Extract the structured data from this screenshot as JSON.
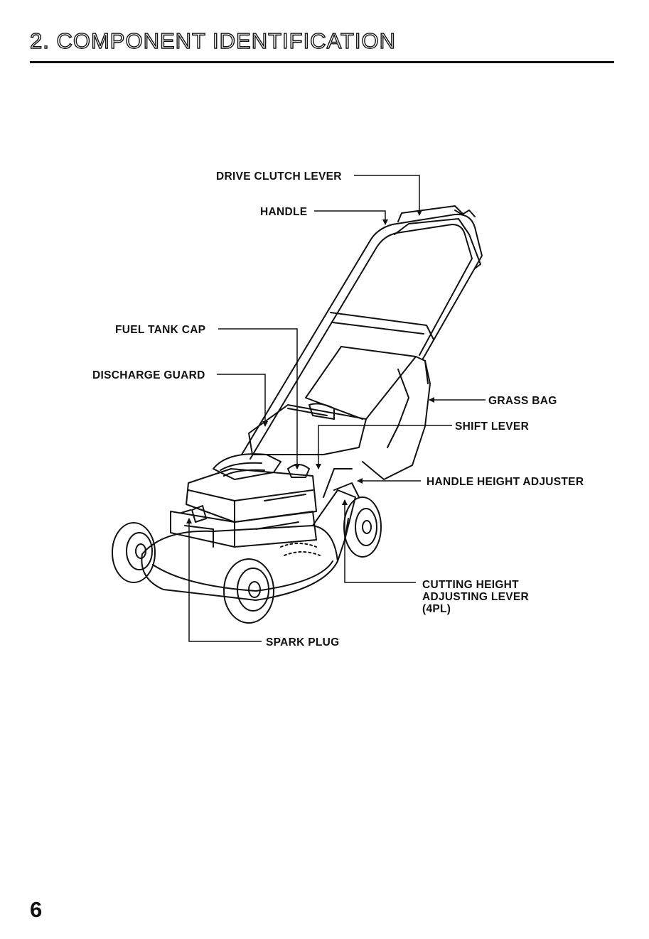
{
  "page": {
    "title": "2. COMPONENT IDENTIFICATION",
    "page_number": "6"
  },
  "labels": {
    "drive_clutch_lever": "DRIVE CLUTCH LEVER",
    "handle": "HANDLE",
    "fuel_tank_cap": "FUEL TANK CAP",
    "discharge_guard": "DISCHARGE GUARD",
    "grass_bag": "GRASS BAG",
    "shift_lever": "SHIFT LEVER",
    "handle_height_adjuster": "HANDLE HEIGHT ADJUSTER",
    "cutting_height_line1": "CUTTING HEIGHT",
    "cutting_height_line2": "ADJUSTING LEVER",
    "cutting_height_line3": "(4PL)",
    "spark_plug": "SPARK PLUG"
  }
}
